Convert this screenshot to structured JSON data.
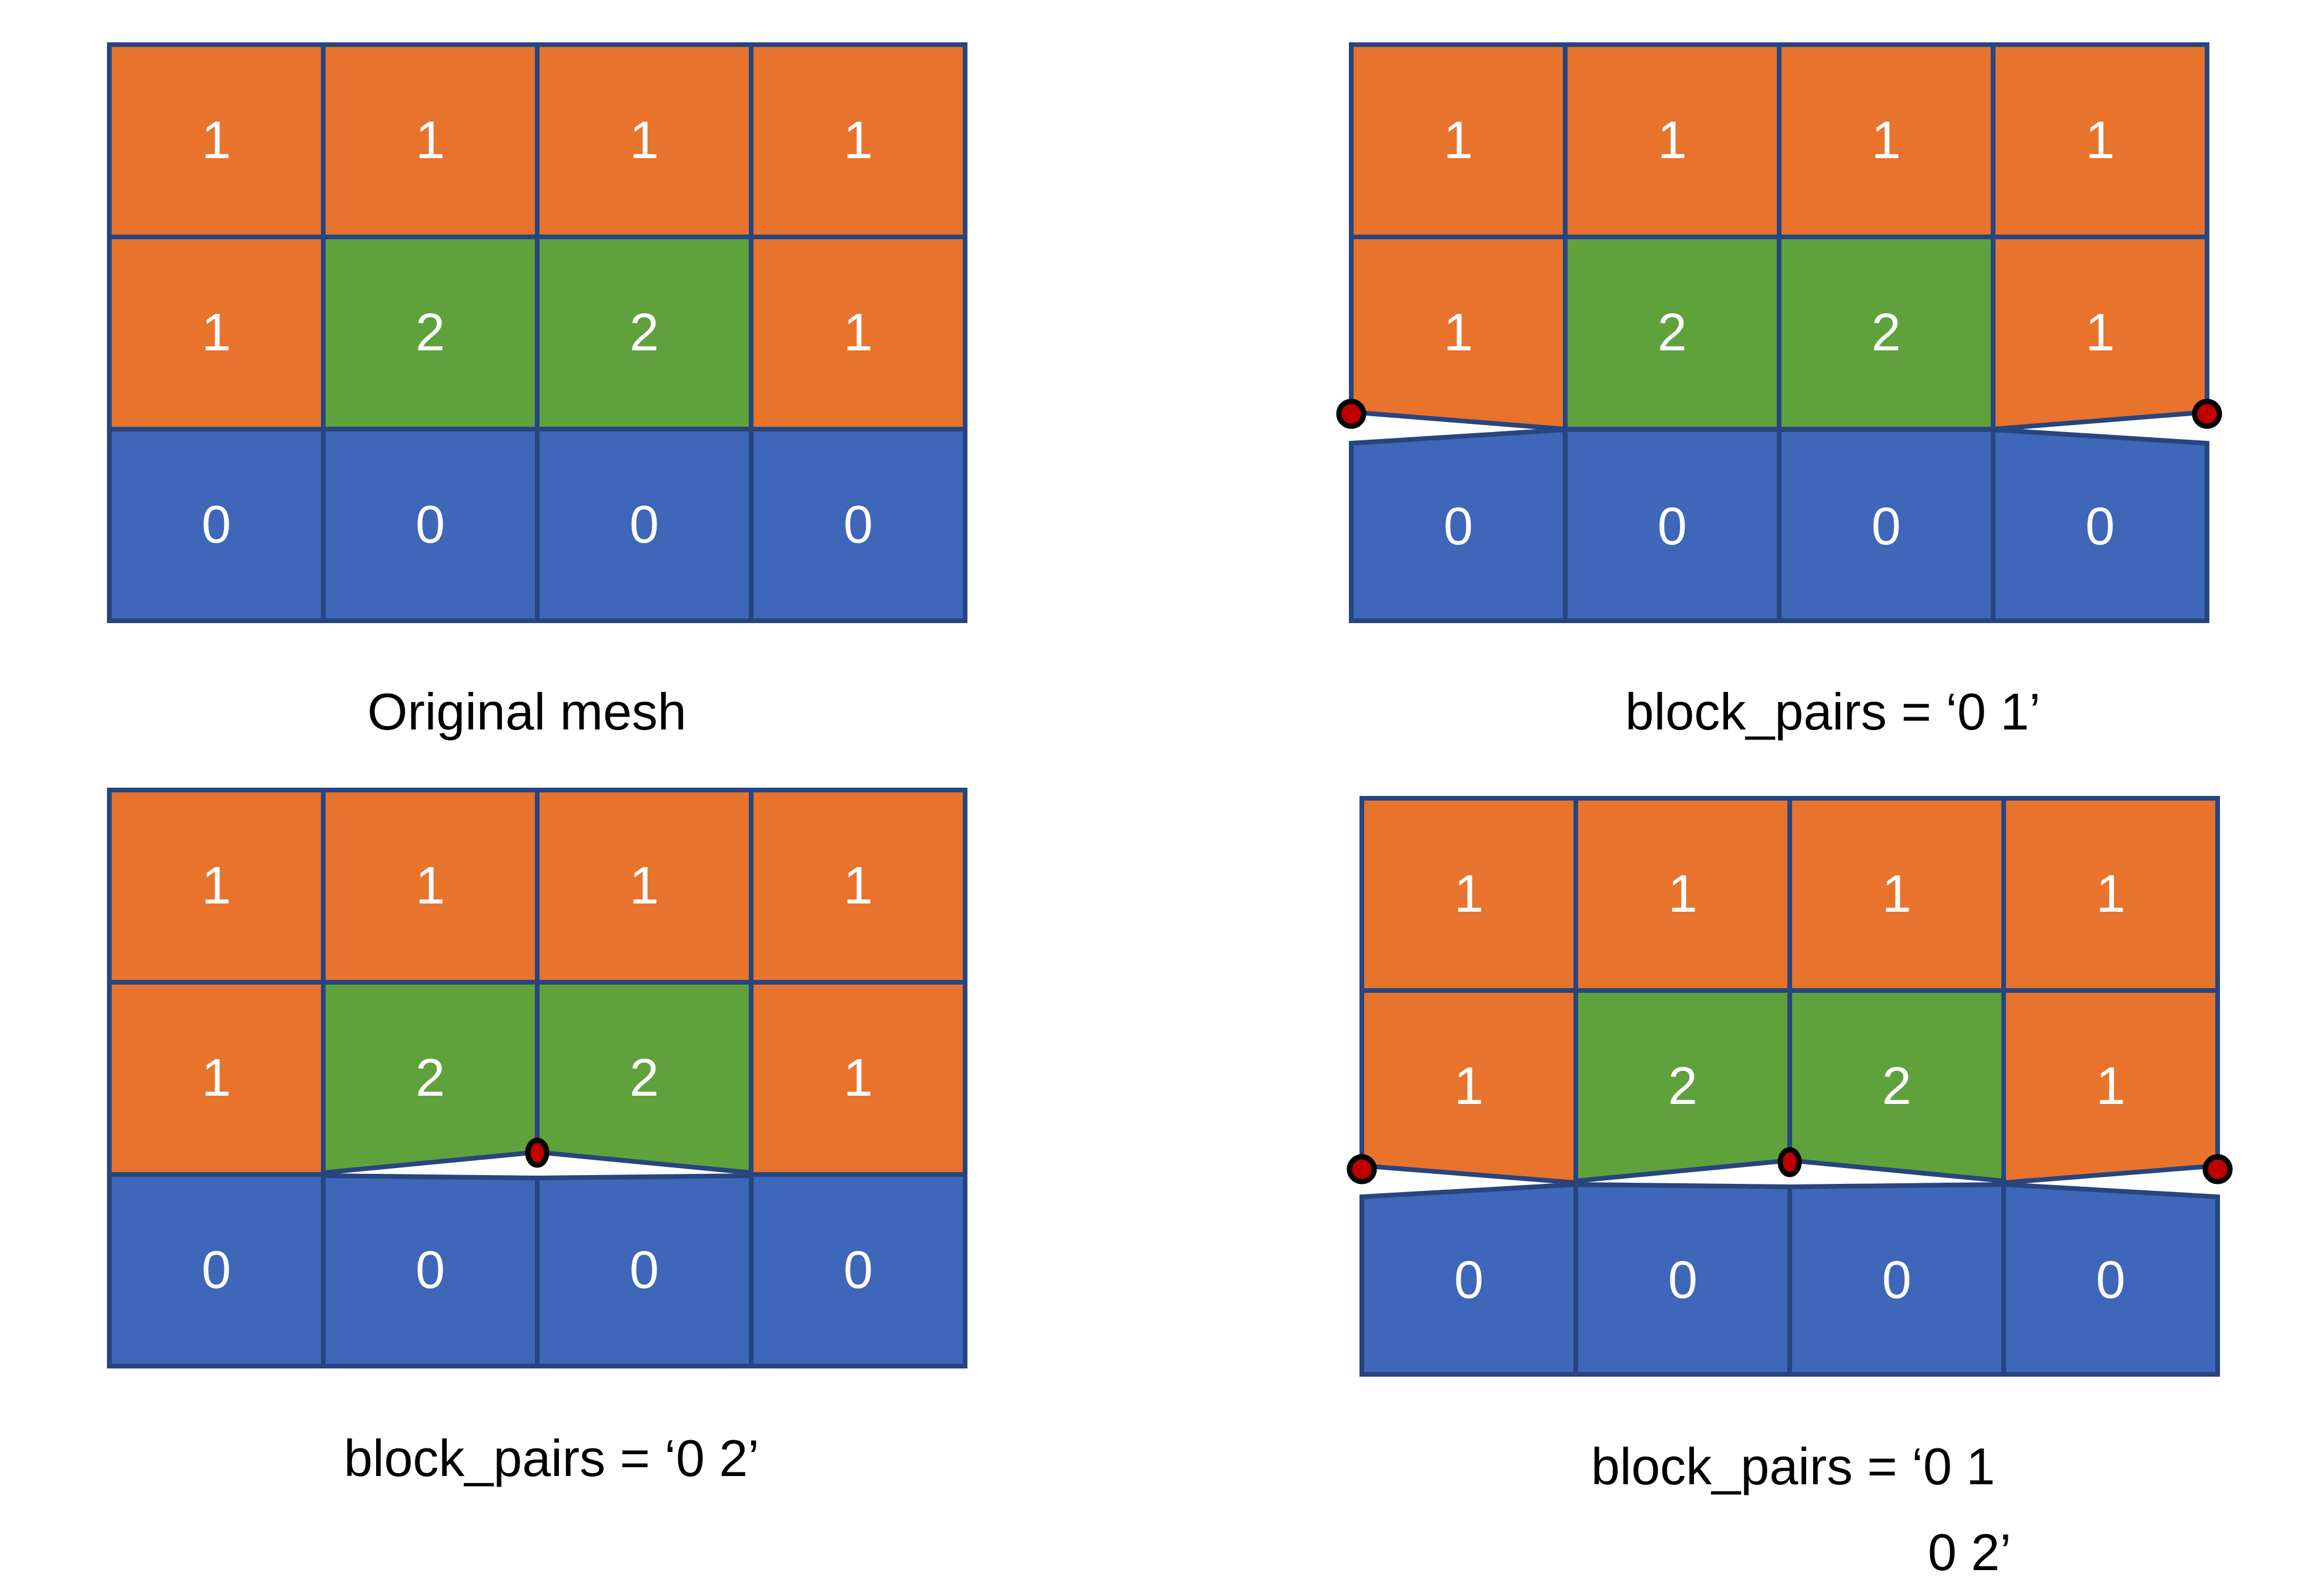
{
  "figure": {
    "background": "#FFFFFF",
    "description_visible": false
  },
  "colors": {
    "orange": "#E8732D",
    "green": "#5FA23C",
    "blue": "#3E66B9",
    "border": "#27457E",
    "dot_fill": "#C00000",
    "dot_stroke": "#000000",
    "number_color": "#FFFFFF",
    "label_color": "#000000"
  },
  "panels": [
    {
      "id": "original-mesh",
      "label": "Original mesh",
      "values": [
        [
          "1",
          "1",
          "1",
          "1"
        ],
        [
          "1",
          "2",
          "2",
          "1"
        ],
        [
          "0",
          "0",
          "0",
          "0"
        ]
      ],
      "dots": []
    },
    {
      "id": "pairs-0-1",
      "label": "block_pairs = ‘0 1’",
      "values": [
        [
          "1",
          "1",
          "1",
          "1"
        ],
        [
          "1",
          "2",
          "2",
          "1"
        ],
        [
          "0",
          "0",
          "0",
          "0"
        ]
      ],
      "dots": [
        "left-edge",
        "right-edge"
      ]
    },
    {
      "id": "pairs-0-2",
      "label": "block_pairs = ‘0 2’",
      "values": [
        [
          "1",
          "1",
          "1",
          "1"
        ],
        [
          "1",
          "2",
          "2",
          "1"
        ],
        [
          "0",
          "0",
          "0",
          "0"
        ]
      ],
      "dots": [
        "center"
      ]
    },
    {
      "id": "pairs-0-1-0-2",
      "label_line1": "block_pairs = ‘0 1",
      "label_line2": "0 2’",
      "values": [
        [
          "1",
          "1",
          "1",
          "1"
        ],
        [
          "1",
          "2",
          "2",
          "1"
        ],
        [
          "0",
          "0",
          "0",
          "0"
        ]
      ],
      "dots": [
        "left-edge",
        "center",
        "right-edge"
      ]
    }
  ]
}
